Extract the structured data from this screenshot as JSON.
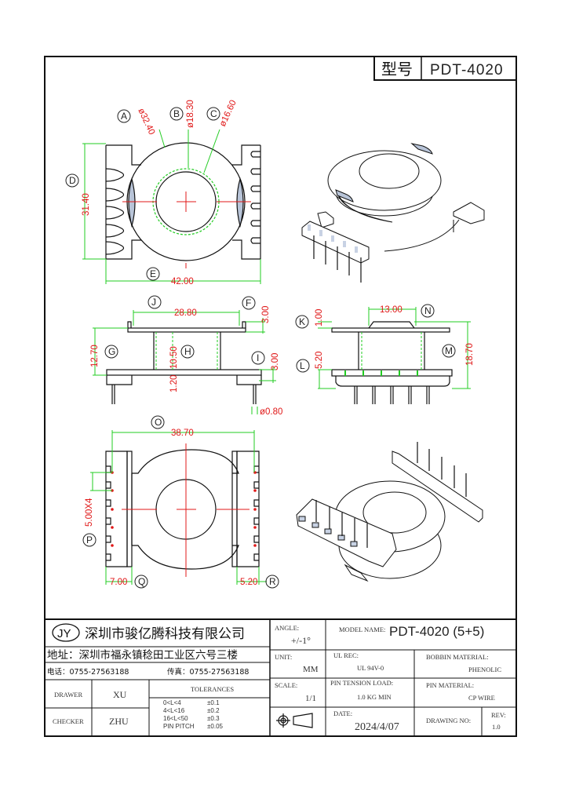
{
  "title_box": {
    "label_cn": "型号",
    "model": "PDT-4020"
  },
  "top_view": {
    "markers": [
      "A",
      "B",
      "C",
      "D",
      "E"
    ],
    "dims": {
      "A": "ø32.40",
      "B": "ø18.30",
      "C": "ø16.60",
      "D": "31.40",
      "E": "42.00"
    }
  },
  "side_view": {
    "markers": [
      "J",
      "F",
      "G",
      "H",
      "I"
    ],
    "dims": {
      "J": "28.80",
      "F": "3.00",
      "G": "12.70",
      "H": "10.50",
      "H2": "1.20",
      "I": "3.00",
      "pin": "ø0.80"
    }
  },
  "front_view": {
    "markers": [
      "K",
      "N",
      "L",
      "M"
    ],
    "dims": {
      "N": "13.00",
      "K": "1.00",
      "L": "5.20",
      "M": "18.70"
    }
  },
  "bottom_view": {
    "markers": [
      "O",
      "P",
      "Q",
      "R"
    ],
    "dims": {
      "O": "38.70",
      "P": "5.00X4",
      "Q": "7.00",
      "R": "5.20"
    }
  },
  "colors": {
    "dimension_text": "#e01818",
    "dimension_line": "#22cc22",
    "outline": "#111111",
    "highlight": "#b8c4d8"
  },
  "title_block": {
    "logo": "JY",
    "company": "深圳市骏亿腾科技有限公司",
    "address": "地址：深圳市福永镇稔田工业区六号三楼",
    "phone": "电话：0755-27563188",
    "fax": "传真：0755-27563188",
    "drawer_label": "DRAWER",
    "drawer": "XU",
    "checker_label": "CHECKER",
    "checker": "ZHU",
    "tolerances_label": "TOLERANCES",
    "tolerances": [
      {
        "range": "0<L<4",
        "value": "±0.1"
      },
      {
        "range": "4<L<16",
        "value": "±0.2"
      },
      {
        "range": "16<L<50",
        "value": "±0.3"
      },
      {
        "range": "PIN PITCH",
        "value": "±0.05"
      }
    ],
    "angle_label": "ANGLE:",
    "angle": "+/-1°",
    "model_name_label": "MODEL NAME:",
    "model_name": "PDT-4020 (5+5)",
    "unit_label": "UNIT:",
    "unit": "MM",
    "ul_label": "UL REC:",
    "ul": "UL 94V-0",
    "bobbin_label": "BOBBIN MATERIAL:",
    "bobbin": "PHENOLIC",
    "scale_label": "SCALE:",
    "scale": "1/1",
    "pin_tension_label": "PIN TENSION LOAD:",
    "pin_tension": "1.0 KG MIN",
    "pin_material_label": "PIN MATERIAL:",
    "pin_material": "CP WIRE",
    "date_label": "DATE:",
    "date": "2024/4/07",
    "drawing_no_label": "DRAWING NO:",
    "rev_label": "REV:",
    "rev": "1.0"
  }
}
